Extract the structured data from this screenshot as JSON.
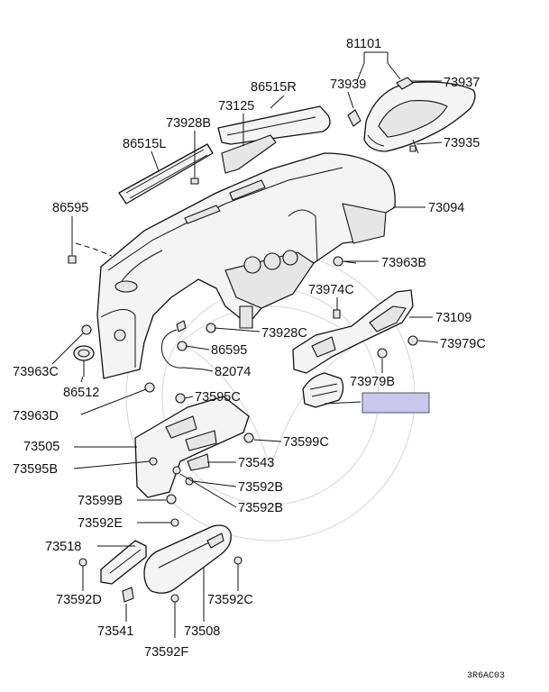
{
  "diagram": {
    "drawing_code": "3R6AC03",
    "highlight_color": "#c8c8ec",
    "labels": {
      "p81101": "81101",
      "p73939": "73939",
      "p73937": "73937",
      "p73935": "73935",
      "p86515R": "86515R",
      "p73125": "73125",
      "p73928B": "73928B",
      "p86515L": "86515L",
      "p86595a": "86595",
      "p73094": "73094",
      "p73963B": "73963B",
      "p73974C": "73974C",
      "p73109": "73109",
      "p73979C": "73979C",
      "p73928C": "73928C",
      "p86595b": "86595",
      "p82074": "82074",
      "p73963C": "73963C",
      "p86512": "86512",
      "p73979B": "73979B",
      "p73963D": "73963D",
      "p73595C": "73595C",
      "p73599C": "73599C",
      "p73505": "73505",
      "p73595B": "73595B",
      "p73543": "73543",
      "p73592Ba": "73592B",
      "p73599B": "73599B",
      "p73592Bb": "73592B",
      "p73592E": "73592E",
      "p73518": "73518",
      "p73592D": "73592D",
      "p73592C": "73592C",
      "p73541": "73541",
      "p73508": "73508",
      "p73592F": "73592F"
    }
  }
}
